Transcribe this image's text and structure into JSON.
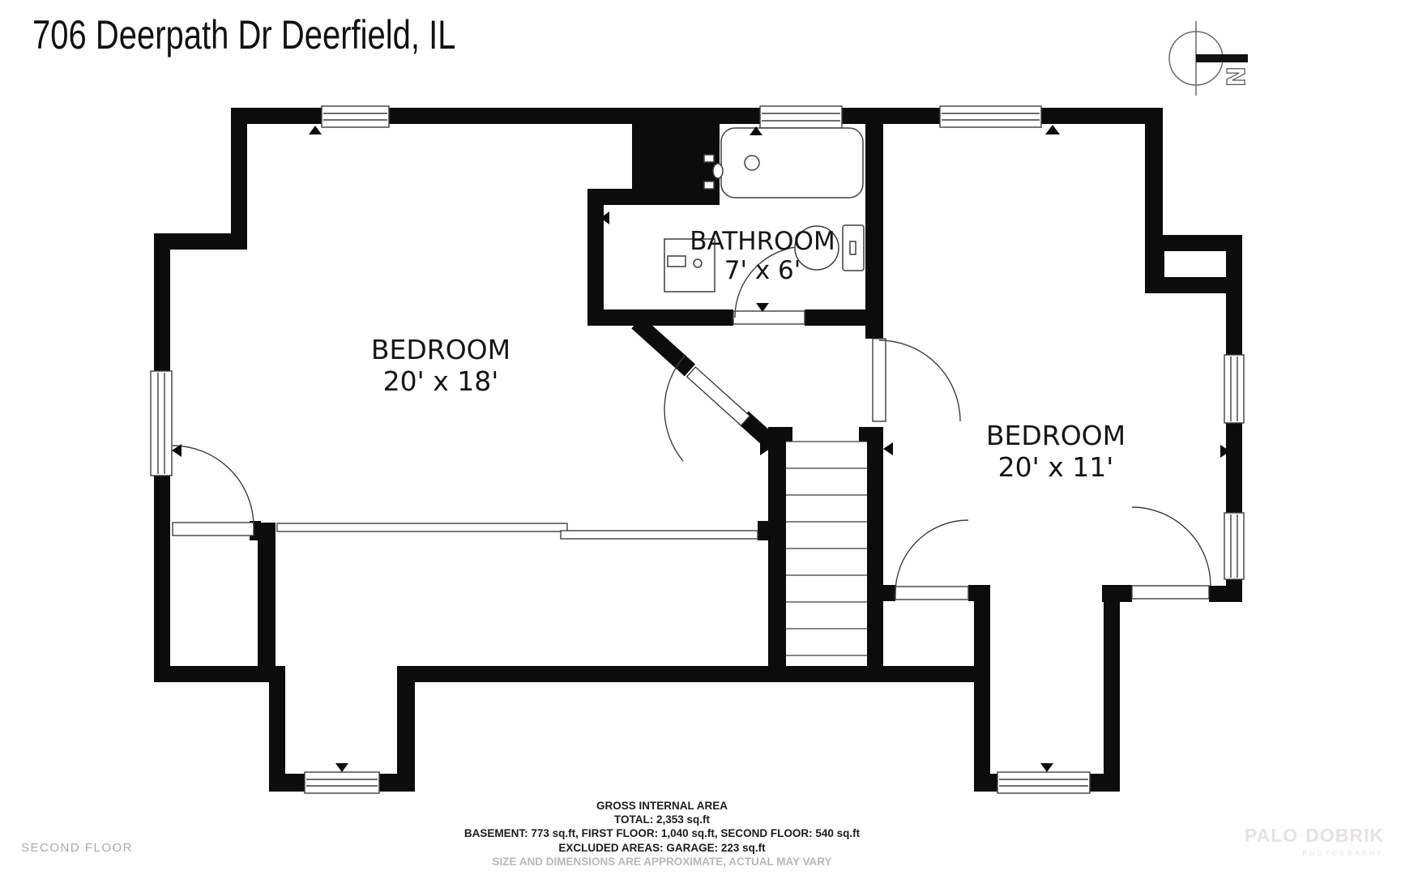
{
  "title": "706 Deerpath Dr Deerfield, IL",
  "floor_label": "SECOND FLOOR",
  "compass": {
    "letter": "N"
  },
  "rooms": [
    {
      "name": "BEDROOM",
      "dimensions": "20' x 18'"
    },
    {
      "name": "BATHROOM",
      "dimensions": "7' x 6'"
    },
    {
      "name": "BEDROOM",
      "dimensions": "20' x 11'"
    }
  ],
  "footer": {
    "heading": "GROSS INTERNAL AREA",
    "total": "TOTAL: 2,353 sq.ft",
    "breakdown": "BASEMENT: 773 sq.ft, FIRST FLOOR: 1,040 sq.ft, SECOND FLOOR: 540 sq.ft",
    "excluded": "EXCLUDED AREAS: GARAGE: 223 sq.ft",
    "disclaimer": "SIZE AND DIMENSIONS ARE APPROXIMATE, ACTUAL MAY VARY"
  },
  "watermark": {
    "brand_left": "PALO",
    "brand_right": "DOBRIK",
    "subtitle": "PHOTOGRAPHY"
  },
  "colors": {
    "wall": "#0c0c0c",
    "line": "#3f3f3f",
    "muted_text": "#b8b8b8",
    "watermark_text": "#e6e2e2",
    "watermark_accent": "#f2d4d0"
  }
}
